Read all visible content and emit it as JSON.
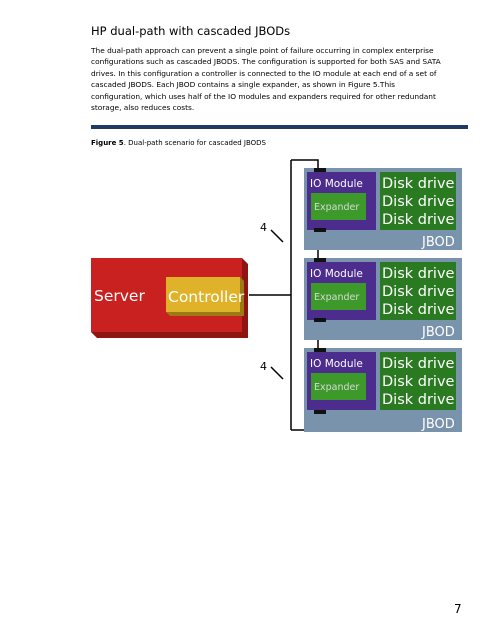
{
  "section": {
    "heading": "HP dual-path with cascaded JBODs",
    "paragraph": "The dual-path approach can prevent a single point of failure occurring in complex enterprise configurations such as cascaded JBODS. The configuration is supported for both SAS and SATA drives. In this configuration a controller is connected to the IO module at each end of a set of cascaded JBODS. Each JBOD contains a single expander, as shown in Figure 5.This configuration, which uses half of the IO modules and expanders required for other redundant storage, also reduces costs."
  },
  "figure": {
    "caption_label": "Figure 5",
    "caption_text": ". Dual-path scenario for cascaded JBODS",
    "server_label": "Server",
    "controller_label": "Controller",
    "link_width_top": "4",
    "link_width_bottom": "4",
    "jbods": [
      {
        "io_module": "IO Module",
        "expander": "Expander",
        "disks": [
          "Disk drive",
          "Disk drive",
          "Disk drive"
        ],
        "label": "JBOD"
      },
      {
        "io_module": "IO Module",
        "expander": "Expander",
        "disks": [
          "Disk drive",
          "Disk drive",
          "Disk drive"
        ],
        "label": "JBOD"
      },
      {
        "io_module": "IO Module",
        "expander": "Expander",
        "disks": [
          "Disk drive",
          "Disk drive",
          "Disk drive"
        ],
        "label": "JBOD"
      }
    ],
    "colors": {
      "server": "#c8211f",
      "controller": "#e0b22a",
      "jbod_panel": "#7a93ad",
      "io_module": "#4c2c8c",
      "expander": "#3d9a2a",
      "disk": "#2a7a22",
      "rule": "#1f3b63"
    }
  },
  "page_number": "7"
}
